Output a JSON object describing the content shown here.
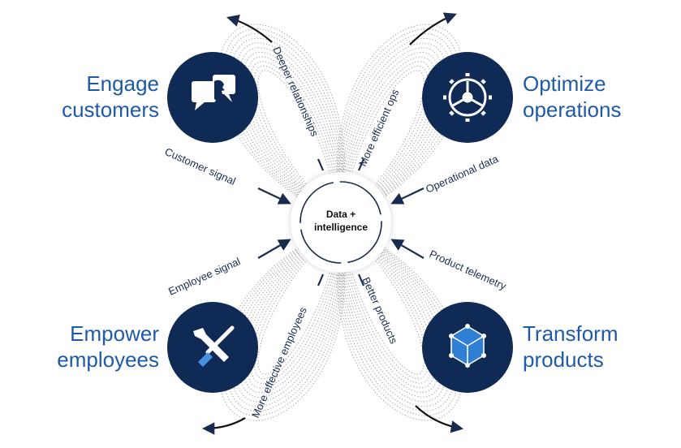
{
  "hub": {
    "line1": "Data +",
    "line2": "intelligence"
  },
  "quadrants": {
    "engage": {
      "line1": "Engage",
      "line2": "customers",
      "icon": "chat-bubbles-icon"
    },
    "optimize": {
      "line1": "Optimize",
      "line2": "operations",
      "icon": "gear-icon"
    },
    "empower": {
      "line1": "Empower",
      "line2": "employees",
      "icon": "tools-icon"
    },
    "transform": {
      "line1": "Transform",
      "line2": "products",
      "icon": "cube-icon"
    }
  },
  "flows": {
    "customer_signal": "Customer signal",
    "deeper_relationships": "Deeper relationships",
    "operational_data": "Operational data",
    "more_efficient_ops": "More efficient ops",
    "employee_signal": "Employee signal",
    "more_effective_employees": "More effective employees",
    "product_telemetry": "Product telemetry",
    "better_products": "Better products"
  },
  "colors": {
    "navy": "#0f2a55",
    "accent_text": "#1e5aa8",
    "arrow": "#1a2c4e",
    "dots": "#9a9a9a"
  }
}
